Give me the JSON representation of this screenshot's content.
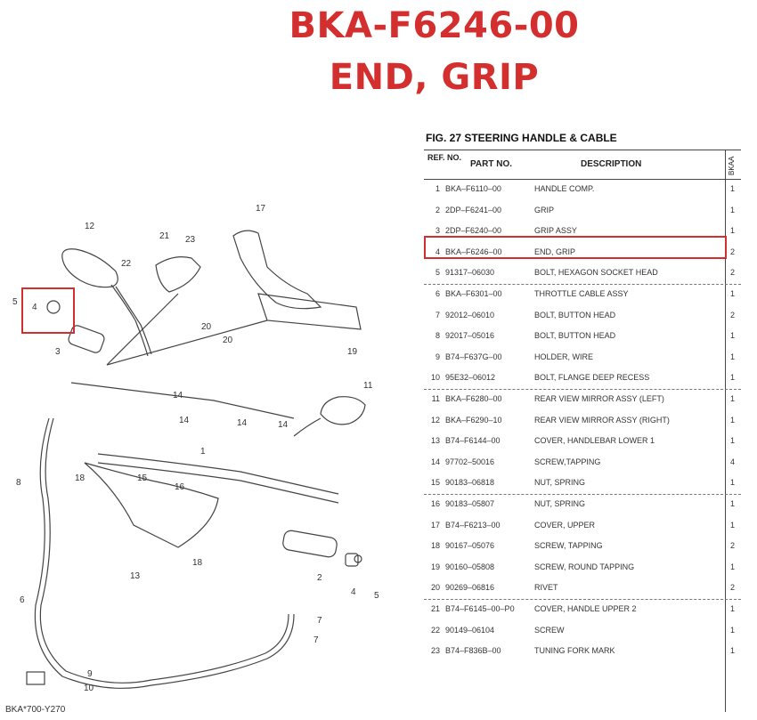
{
  "part": {
    "number": "BKA-F6246-00",
    "name": "END, GRIP"
  },
  "figure": {
    "title": "FIG. 27  STEERING HANDLE & CABLE",
    "code": "BKA*700-Y270"
  },
  "table": {
    "headers": {
      "ref": "REF. NO.",
      "part_no": "PART NO.",
      "description": "DESCRIPTION",
      "model": "BKAA"
    },
    "rows": [
      {
        "ref": "1",
        "part_no": "BKA–F6110–00",
        "desc": "HANDLE COMP.",
        "qty": "1"
      },
      {
        "ref": "2",
        "part_no": "2DP–F6241–00",
        "desc": "GRIP",
        "qty": "1"
      },
      {
        "ref": "3",
        "part_no": "2DP–F6240–00",
        "desc": "GRIP ASSY",
        "qty": "1"
      },
      {
        "ref": "4",
        "part_no": "BKA–F6246–00",
        "desc": "END, GRIP",
        "qty": "2"
      },
      {
        "ref": "5",
        "part_no": "91317–06030",
        "desc": "BOLT, HEXAGON SOCKET HEAD",
        "qty": "2"
      },
      {
        "ref": "6",
        "part_no": "BKA–F6301–00",
        "desc": "THROTTLE CABLE ASSY",
        "qty": "1"
      },
      {
        "ref": "7",
        "part_no": "92012–06010",
        "desc": "BOLT, BUTTON HEAD",
        "qty": "2"
      },
      {
        "ref": "8",
        "part_no": "92017–05016",
        "desc": "BOLT, BUTTON HEAD",
        "qty": "1"
      },
      {
        "ref": "9",
        "part_no": "B74–F637G–00",
        "desc": "HOLDER, WIRE",
        "qty": "1"
      },
      {
        "ref": "10",
        "part_no": "95E32–06012",
        "desc": "BOLT, FLANGE DEEP RECESS",
        "qty": "1"
      },
      {
        "ref": "11",
        "part_no": "BKA–F6280–00",
        "desc": "REAR VIEW MIRROR ASSY (LEFT)",
        "qty": "1"
      },
      {
        "ref": "12",
        "part_no": "BKA–F6290–10",
        "desc": "REAR VIEW MIRROR ASSY (RIGHT)",
        "qty": "1"
      },
      {
        "ref": "13",
        "part_no": "B74–F6144–00",
        "desc": "COVER, HANDLEBAR LOWER 1",
        "qty": "1"
      },
      {
        "ref": "14",
        "part_no": "97702–50016",
        "desc": "SCREW,TAPPING",
        "qty": "4"
      },
      {
        "ref": "15",
        "part_no": "90183–06818",
        "desc": "NUT, SPRING",
        "qty": "1"
      },
      {
        "ref": "16",
        "part_no": "90183–05807",
        "desc": "NUT, SPRING",
        "qty": "1"
      },
      {
        "ref": "17",
        "part_no": "B74–F6213–00",
        "desc": "COVER, UPPER",
        "qty": "1"
      },
      {
        "ref": "18",
        "part_no": "90167–05076",
        "desc": "SCREW, TAPPING",
        "qty": "2"
      },
      {
        "ref": "19",
        "part_no": "90160–05808",
        "desc": "SCREW, ROUND TAPPING",
        "qty": "1"
      },
      {
        "ref": "20",
        "part_no": "90269–06816",
        "desc": "RIVET",
        "qty": "2"
      },
      {
        "ref": "21",
        "part_no": "B74–F6145–00–P0",
        "desc": "COVER, HANDLE UPPER 2",
        "qty": "1"
      },
      {
        "ref": "22",
        "part_no": "90149–06104",
        "desc": "SCREW",
        "qty": "1"
      },
      {
        "ref": "23",
        "part_no": "B74–F836B–00",
        "desc": "TUNING FORK MARK",
        "qty": "1"
      }
    ]
  },
  "callouts": [
    "1",
    "2",
    "3",
    "4",
    "5",
    "6",
    "7",
    "8",
    "9",
    "10",
    "11",
    "12",
    "13",
    "14",
    "15",
    "16",
    "17",
    "18",
    "19",
    "20",
    "21",
    "22",
    "23"
  ],
  "highlight_color": "#d32f2f"
}
